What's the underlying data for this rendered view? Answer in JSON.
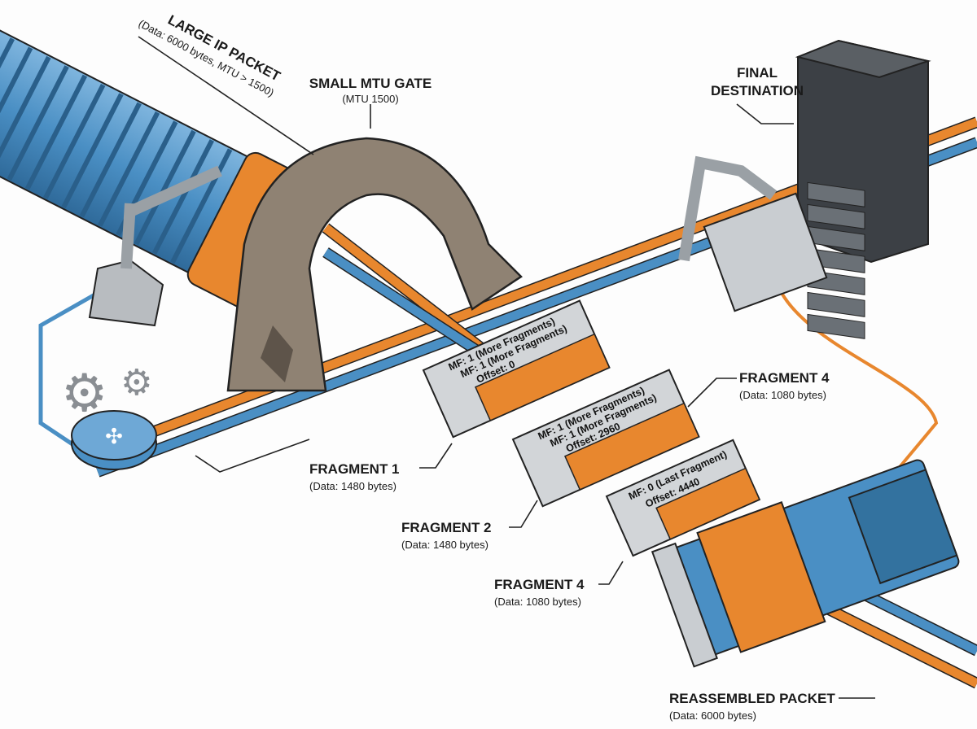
{
  "labels": {
    "large_packet": {
      "title": "LARGE IP PACKET",
      "detail": "(Data: 6000 bytes, MTU > 1500)"
    },
    "mtu_gate": {
      "title": "SMALL MTU GATE",
      "detail": "(MTU 1500)"
    },
    "destination": {
      "line1": "FINAL",
      "line2": "DESTINATION"
    },
    "fragment_1": {
      "title": "FRAGMENT 1",
      "detail": "(Data: 1480 bytes)"
    },
    "fragment_2": {
      "title": "FRAGMENT 2",
      "detail": "(Data: 1480 bytes)"
    },
    "fragment_3": {
      "title": "FRAGMENT 4",
      "detail": "(Data: 1080 bytes)"
    },
    "fragment_4_upper": {
      "title": "FRAGMENT 4",
      "detail": "(Data: 1080 bytes)"
    },
    "reassembled": {
      "title": "REASSEMBLED PACKET",
      "detail": "(Data: 6000 bytes)"
    }
  },
  "fragment_boxes": [
    {
      "line1": "MF: 1 (More Fragments)",
      "line2": "MF: 1 (More Fragments)",
      "line3": "Offset: 0"
    },
    {
      "line1": "MF: 1 (More Fragments)",
      "line2": "MF: 1 (More Fragments)",
      "line3": "Offset: 2960"
    },
    {
      "line1": "MF: 0 (Last Fragment)",
      "line2": "Offset: 4440"
    }
  ],
  "colors": {
    "packet_blue": "#4a8fc4",
    "fragment_orange": "#e8872e",
    "metal_gray": "#c9cdd1",
    "rock": "#8f8273",
    "outline": "#222222"
  },
  "icons": [
    "router-icon",
    "gear-icon",
    "robot-arm-icon",
    "server-rack-icon",
    "stone-arch-icon"
  ]
}
